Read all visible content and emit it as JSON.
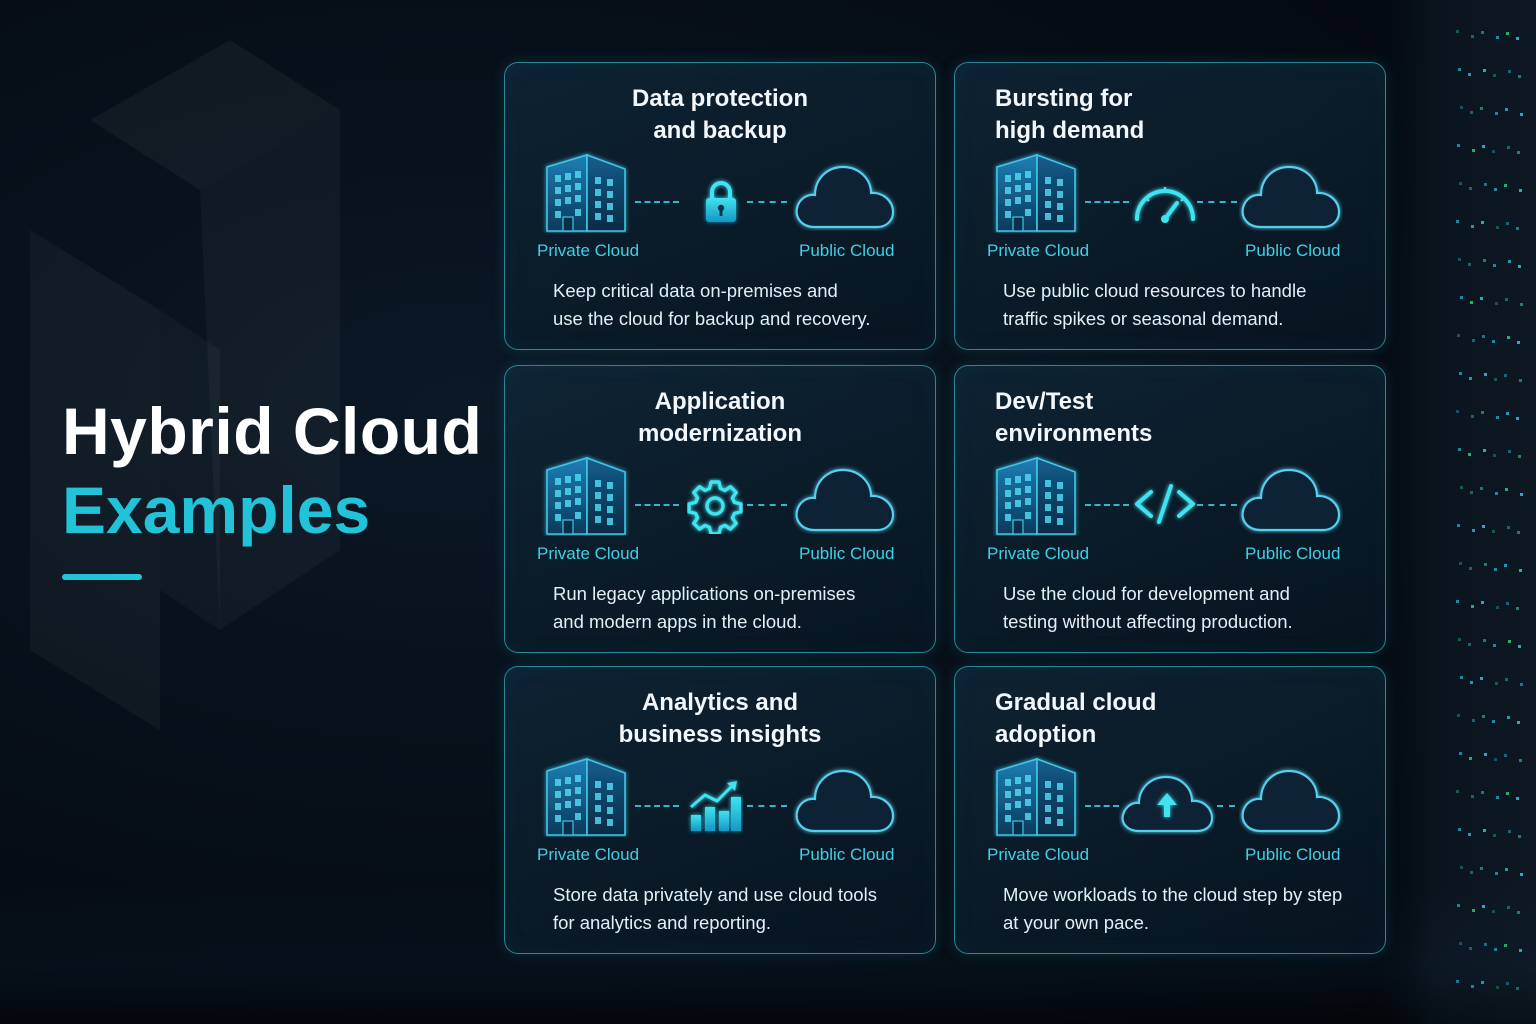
{
  "hero": {
    "line1": "Hybrid Cloud",
    "line2": "Examples"
  },
  "cards": [
    {
      "title": "Data protection\nand backup",
      "private_label": "Private Cloud",
      "public_label": "Public Cloud",
      "icon": "lock-icon",
      "description": "Keep critical data on-premises and\nuse the cloud for backup and recovery."
    },
    {
      "title": "Bursting for\nhigh demand",
      "private_label": "Private Cloud",
      "public_label": "Public Cloud",
      "icon": "speedometer-icon",
      "description": "Use public cloud resources to handle\ntraffic spikes or seasonal demand."
    },
    {
      "title": "Application\nmodernization",
      "private_label": "Private Cloud",
      "public_label": "Public Cloud",
      "icon": "gear-icon",
      "description": "Run legacy applications on-premises\nand modern apps in the cloud."
    },
    {
      "title": "Dev/Test\nenvironments",
      "private_label": "Private Cloud",
      "public_label": "Public Cloud",
      "icon": "code-icon",
      "description": "Use the cloud for development and\ntesting without affecting production."
    },
    {
      "title": "Analytics and\nbusiness insights",
      "private_label": "Private Cloud",
      "public_label": "Public Cloud",
      "icon": "bar-chart-icon",
      "description": "Store data privately and use cloud tools\nfor analytics and reporting."
    },
    {
      "title": "Gradual cloud\nadoption",
      "private_label": "Private Cloud",
      "public_label": "Public Cloud",
      "icon": "cloud-upload-icon",
      "description": "Move workloads to the cloud step by step\nat your own pace."
    }
  ],
  "colors": {
    "accent": "#22c3d9",
    "title": "#ffffff",
    "label": "#3fd0e4"
  }
}
